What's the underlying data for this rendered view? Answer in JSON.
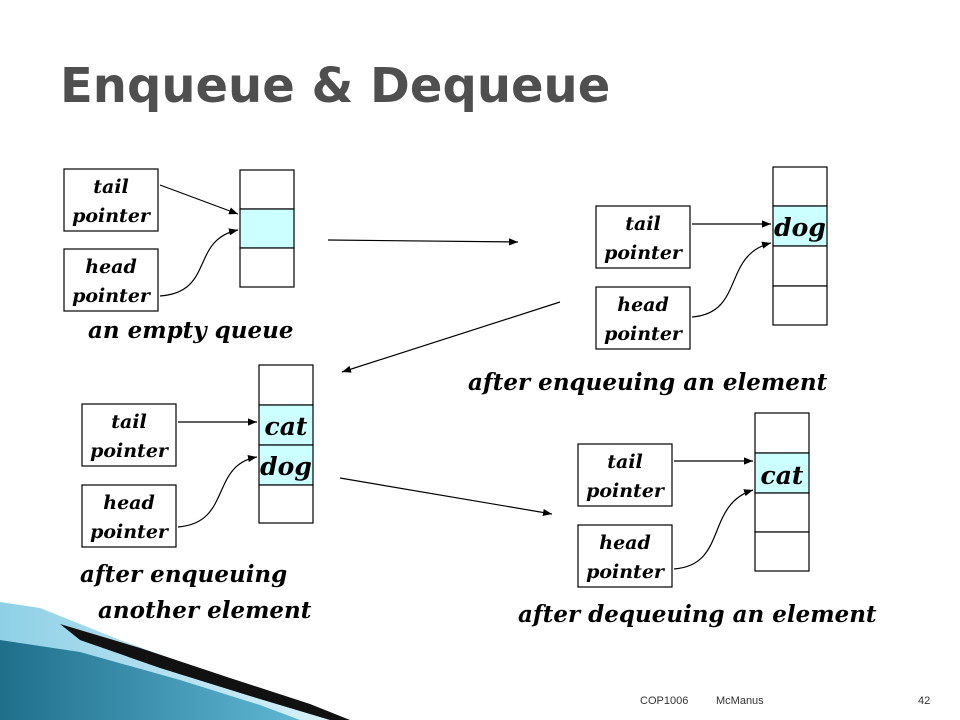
{
  "title": "Enqueue & Dequeue",
  "footer": {
    "course": "COP1006",
    "author": "McManus",
    "page": "42"
  },
  "pointer_labels": {
    "tail": [
      "tail",
      "pointer"
    ],
    "head": [
      "head",
      "pointer"
    ]
  },
  "states": [
    {
      "id": "empty",
      "caption": [
        "an empty queue"
      ],
      "cells": [
        "",
        "",
        ""
      ]
    },
    {
      "id": "enqueue-one",
      "caption": [
        "after enqueuing an element"
      ],
      "cells": [
        "",
        "dog",
        "",
        ""
      ]
    },
    {
      "id": "enqueue-two",
      "caption": [
        "after enqueuing",
        "another element"
      ],
      "cells": [
        "",
        "cat",
        "dog",
        ""
      ]
    },
    {
      "id": "dequeue-one",
      "caption": [
        "after dequeuing an element"
      ],
      "cells": [
        "",
        "cat",
        "",
        ""
      ]
    }
  ],
  "colors": {
    "highlight": "#ccffff",
    "title": "#4f4f4f",
    "ribbon_dark": "#1f6f8b",
    "ribbon_light": "#8fd0e6"
  }
}
